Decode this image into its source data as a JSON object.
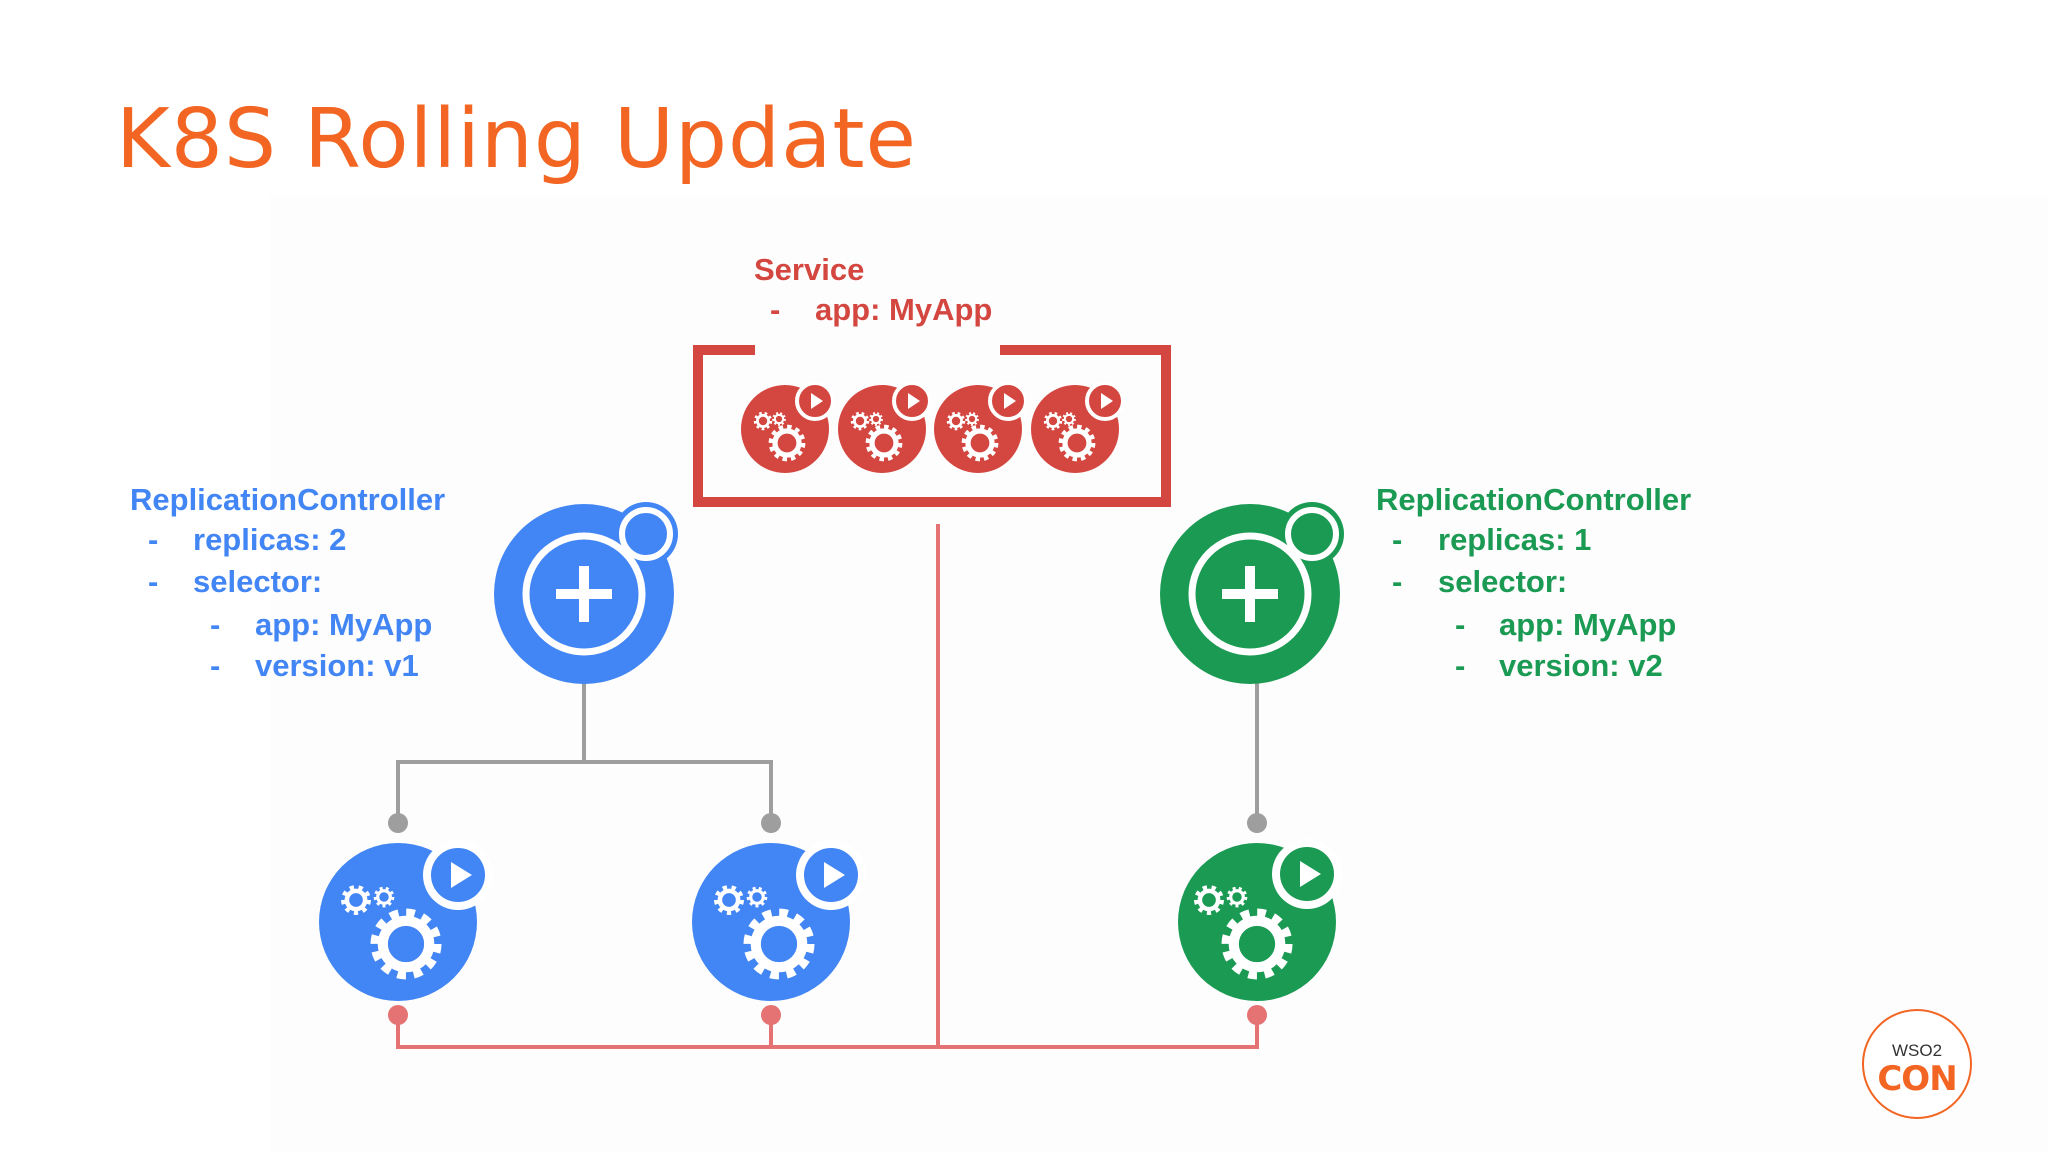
{
  "slide": {
    "title": "K8S Rolling Update"
  },
  "service": {
    "label": "Service",
    "selector": "app: MyApp",
    "pod_count": 4,
    "color": "#d44740"
  },
  "controller_v1": {
    "label": "ReplicationController",
    "replicas": "replicas: 2",
    "selector": "selector:",
    "app": "app: MyApp",
    "version": "version: v1",
    "pod_count": 2,
    "color": "#4285f4"
  },
  "controller_v2": {
    "label": "ReplicationController",
    "replicas": "replicas: 1",
    "selector": "selector:",
    "app": "app: MyApp",
    "version": "version: v2",
    "pod_count": 1,
    "color": "#1a9a53"
  },
  "dash": "-",
  "logo": {
    "top_text": "WSO2",
    "bottom_text": "CON",
    "color": "#f26522"
  },
  "icons": {
    "controller": "plus-in-circle-icon",
    "pod": "gears-with-play-icon"
  }
}
